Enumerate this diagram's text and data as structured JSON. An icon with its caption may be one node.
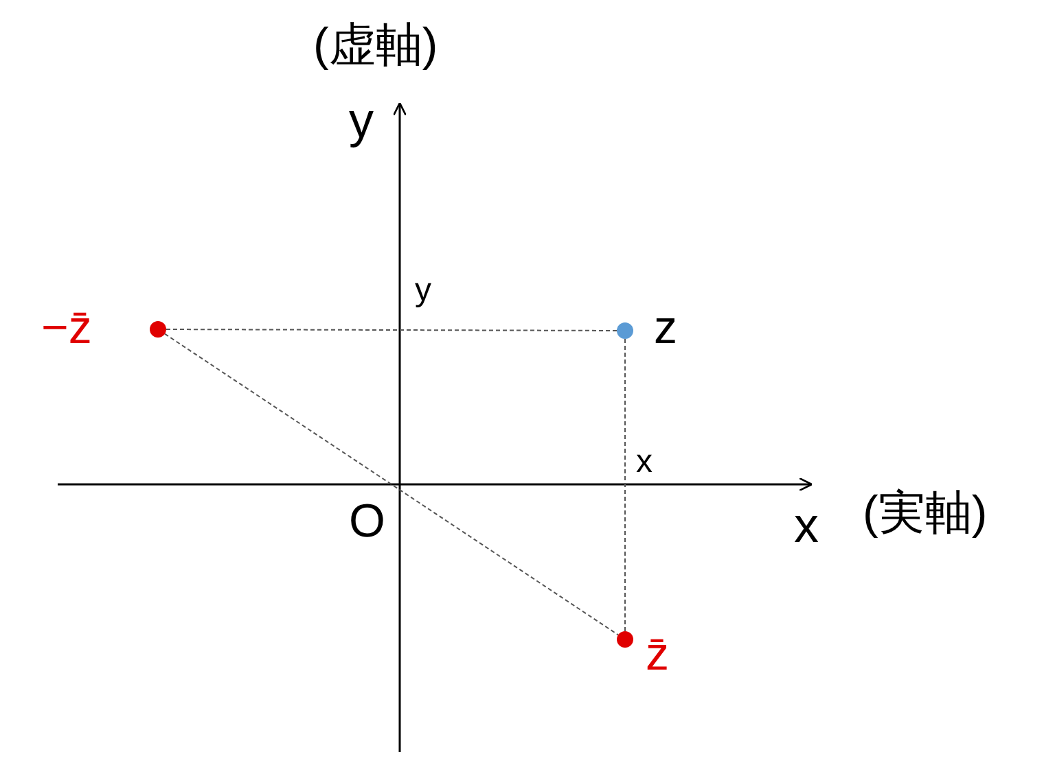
{
  "diagram": {
    "nodes": [
      {
        "text": [],
        "shape": "circle",
        "beside": [
          "−z̄"
        ]
      },
      {
        "text": [],
        "shape": "circle",
        "beside": [
          "z"
        ]
      },
      {
        "text": [],
        "shape": "circle",
        "beside": [
          "z̄"
        ]
      }
    ],
    "edges": [
      {
        "from": 0,
        "to": 1,
        "arrow": "none",
        "style": "dashed"
      },
      {
        "from": 1,
        "to": 2,
        "arrow": "none",
        "style": "dashed"
      },
      {
        "from": 0,
        "to": 2,
        "arrow": "none",
        "style": "dashed"
      }
    ],
    "labels": [
      "(虚軸)",
      "y",
      "y",
      "x",
      "x",
      "(実軸)",
      "O"
    ]
  }
}
